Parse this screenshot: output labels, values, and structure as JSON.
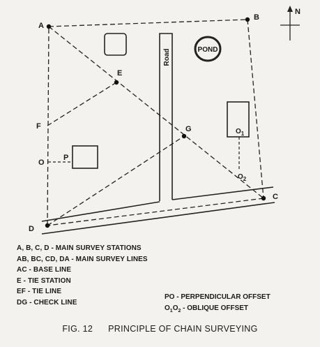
{
  "stations": {
    "A": "A",
    "B": "B",
    "C": "C",
    "D": "D",
    "E": "E",
    "F": "F",
    "G": "G",
    "O": "O",
    "P": "P",
    "O1_base": "O",
    "O1_sub": "1",
    "O2_base": "O",
    "O2_sub": "2"
  },
  "labels": {
    "road": "Road",
    "pond": "POND",
    "north": "N"
  },
  "legend": [
    {
      "key": "A, B, C, D",
      "sep": " - ",
      "desc": "MAIN SURVEY STATIONS"
    },
    {
      "key": "AB, BC, CD, DA",
      "sep": " - ",
      "desc": "MAIN SURVEY LINES"
    },
    {
      "key": "AC",
      "sep": " - ",
      "desc": "BASE LINE"
    },
    {
      "key": "E",
      "sep": " - ",
      "desc": "TIE STATION"
    },
    {
      "key": "EF",
      "sep": " - ",
      "desc": "TIE LINE"
    },
    {
      "key": "DG",
      "sep": " - ",
      "desc": "CHECK LINE"
    }
  ],
  "legend_right": [
    {
      "key": "PO",
      "sep": " - ",
      "desc": "PERPENDICULAR OFFSET"
    },
    {
      "key": "O1O2",
      "sep": " - ",
      "desc": "OBLIQUE OFFSET"
    }
  ],
  "caption": {
    "number": "FIG. 12",
    "title": "PRINCIPLE OF CHAIN SURVEYING"
  }
}
